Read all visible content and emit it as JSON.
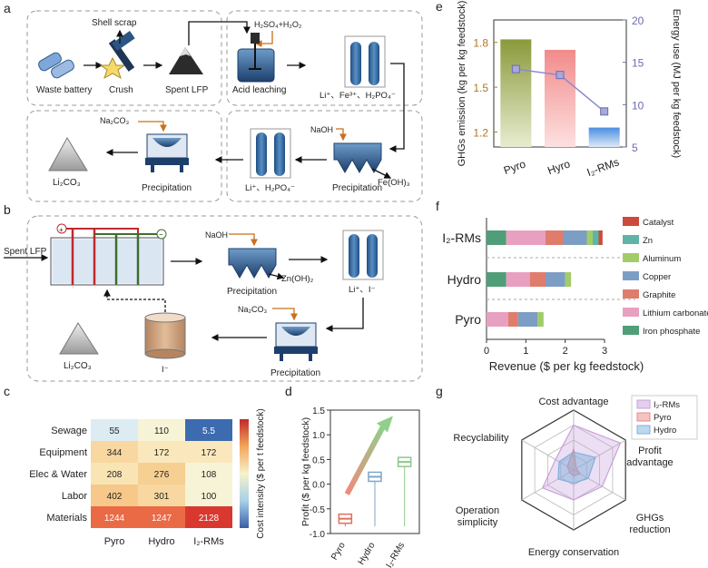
{
  "panels": {
    "a": {
      "letter": "a",
      "waste_battery": "Waste battery",
      "crush": "Crush",
      "shell_scrap": "Shell scrap",
      "spent_lfp": "Spent LFP",
      "reagent_h2so4": "H₂SO₄+H₂O₂",
      "acid_leaching": "Acid leaching",
      "ions1": "Li⁺、Fe³⁺、H₂PO₄⁻",
      "naoh": "NaOH",
      "feoh3": "Fe(OH)₃",
      "precip1": "Precipitation",
      "ions2": "Li⁺、H₂PO₄⁻",
      "na2co3": "Na₂CO₃",
      "precip2": "Precipitation",
      "li2co3": "Li₂CO₃"
    },
    "b": {
      "letter": "b",
      "spent_lfp": "Spent LFP",
      "plus": "+",
      "minus": "−",
      "naoh": "NaOH",
      "znoh2": "Zn(OH)₂",
      "precip1": "Precipitation",
      "ions": "Li⁺、I⁻",
      "na2co3": "Na₂CO₃",
      "iodide": "I⁻",
      "precip2": "Precipitation",
      "li2co3": "Li₂CO₃"
    },
    "c": {
      "letter": "c",
      "colorbar_label": "Cost intensity ($ per t feedstock)"
    },
    "d": {
      "letter": "d"
    },
    "e": {
      "letter": "e"
    },
    "f": {
      "letter": "f"
    },
    "g": {
      "letter": "g"
    }
  },
  "chart_data": [
    {
      "id": "c",
      "type": "heatmap",
      "rows": [
        "Sewage",
        "Equipment",
        "Elec & Water",
        "Labor",
        "Materials"
      ],
      "columns": [
        "Pyro",
        "Hydro",
        "I₂-RMs"
      ],
      "values": [
        [
          "55",
          "110",
          "5.5"
        ],
        [
          "344",
          "172",
          "172"
        ],
        [
          "208",
          "276",
          "108"
        ],
        [
          "402",
          "301",
          "100"
        ],
        [
          "1244",
          "1247",
          "2128"
        ]
      ],
      "colorbar_label": "Cost intensity ($ per t feedstock)"
    },
    {
      "id": "d",
      "type": "box",
      "categories": [
        "Pyro",
        "Hydro",
        "I₂-RMs"
      ],
      "values": [
        -0.7,
        0.15,
        0.45
      ],
      "ylabel": "Profit ($ per kg feedstock)",
      "yticks": [
        "-1.0",
        "-0.5",
        "0.0",
        "0.5",
        "1.0",
        "1.5"
      ],
      "ylim": [
        -1.0,
        1.5
      ],
      "colors": [
        "#e0705e",
        "#7fa5cc",
        "#8cc98a"
      ]
    },
    {
      "id": "e",
      "type": "bar",
      "categories": [
        "Pyro",
        "Hyro",
        "I₂-RMs"
      ],
      "ghg": [
        1.82,
        1.75,
        1.23
      ],
      "energy": [
        14.2,
        13.5,
        9.2
      ],
      "ylabel_left": "GHGs emission (kg per kg feedstock)",
      "ylabel_right": "Energy use (MJ per kg feedstock)",
      "yticks_left": [
        "1.2",
        "1.5",
        "1.8"
      ],
      "yticks_right": [
        "5",
        "10",
        "15",
        "20"
      ],
      "ylim_left": [
        1.1,
        1.95
      ],
      "ylim_right": [
        5,
        20
      ]
    },
    {
      "id": "f",
      "type": "bar",
      "orientation": "horizontal",
      "stacked": true,
      "categories": [
        "I₂-RMs",
        "Hydro",
        "Pyro"
      ],
      "series": [
        {
          "name": "Iron phosphate",
          "values": [
            0.5,
            0.5,
            0.0
          ],
          "color": "#4f9e78"
        },
        {
          "name": "Lithium carbonate",
          "values": [
            1.0,
            0.6,
            0.55
          ],
          "color": "#e8a0c0"
        },
        {
          "name": "Graphite",
          "values": [
            0.45,
            0.4,
            0.25
          ],
          "color": "#e07c6c"
        },
        {
          "name": "Copper",
          "values": [
            0.6,
            0.5,
            0.5
          ],
          "color": "#7d9ec4"
        },
        {
          "name": "Aluminum",
          "values": [
            0.15,
            0.15,
            0.15
          ],
          "color": "#a2cc6a"
        },
        {
          "name": "Zn",
          "values": [
            0.15,
            0.0,
            0.0
          ],
          "color": "#5fb4a8"
        },
        {
          "name": "Catalyst",
          "values": [
            0.1,
            0.0,
            0.0
          ],
          "color": "#cc4a3c"
        }
      ],
      "xlabel": "Revenue ($ per kg feedstock)",
      "xticks": [
        "0",
        "1",
        "2",
        "3"
      ],
      "xlim": [
        0,
        3.0
      ]
    },
    {
      "id": "g",
      "type": "radar",
      "axes": [
        "Cost advantage",
        "Profit advantage",
        "GHGs reduction",
        "Energy conservation",
        "Operation simplicity",
        "Recyclability"
      ],
      "series": [
        {
          "name": "I₂-RMs",
          "values": [
            0.75,
            0.9,
            0.55,
            0.5,
            0.6,
            0.35
          ],
          "color": "#c9a0dc"
        },
        {
          "name": "Pyro",
          "values": [
            0.35,
            0.05,
            0.12,
            0.1,
            0.08,
            0.12
          ],
          "color": "#e8888a"
        },
        {
          "name": "Hydro",
          "values": [
            0.3,
            0.42,
            0.28,
            0.22,
            0.3,
            0.28
          ],
          "color": "#7fb0dc"
        }
      ]
    }
  ]
}
